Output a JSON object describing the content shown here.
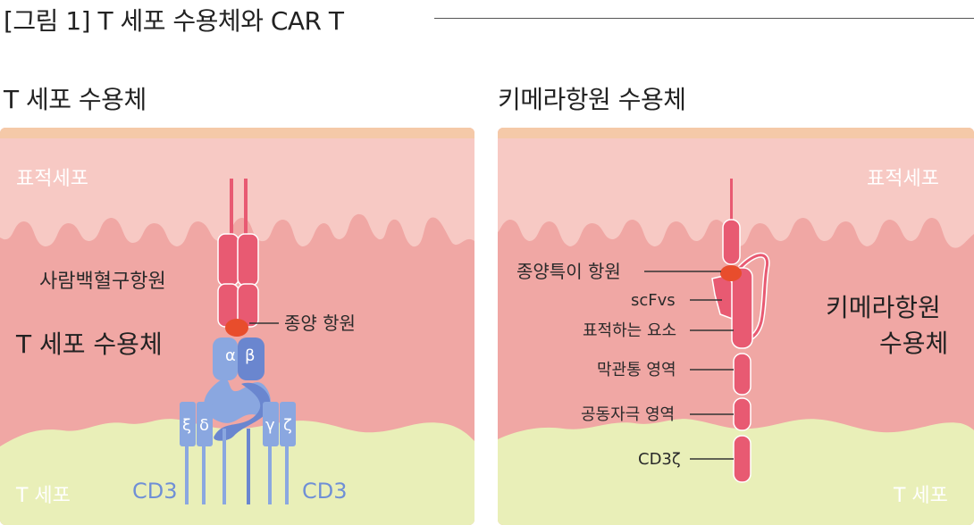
{
  "figure_title": "[그림 1] T 세포 수용체와 CAR T",
  "left_panel": {
    "title": "T 세포 수용체",
    "target_cell": "표적세포",
    "t_cell": "T 세포",
    "hla_label": "사람백혈구항원",
    "tumor_antigen": "종양 항원",
    "receptor_label": "T 세포 수용체",
    "alpha": "α",
    "beta": "β",
    "xi": "ξ",
    "delta": "δ",
    "gamma": "γ",
    "zeta": "ζ",
    "cd3_left": "CD3",
    "cd3_right": "CD3"
  },
  "right_panel": {
    "title": "키메라항원 수용체",
    "target_cell": "표적세포",
    "t_cell": "T 세포",
    "tumor_specific_antigen": "종양특이 항원",
    "scfv": "scFvs",
    "targeting_element": "표적하는 요소",
    "transmembrane": "막관통 영역",
    "costimulatory": "공동자극 영역",
    "cd3z": "CD3ζ",
    "car_line1": "키메라항원",
    "car_line2": "수용체"
  },
  "colors": {
    "target_cell_top": "#f7c9c4",
    "target_cell_body": "#f0a7a4",
    "skin_band": "#f5c9a8",
    "t_cell": "#e9efb8",
    "receptor_red": "#e85a72",
    "antigen": "#e84d2c",
    "tcr_blue": "#8aa7e0",
    "tcr_blue_dark": "#6a86cf",
    "cd3_text": "#6f8fd6"
  }
}
